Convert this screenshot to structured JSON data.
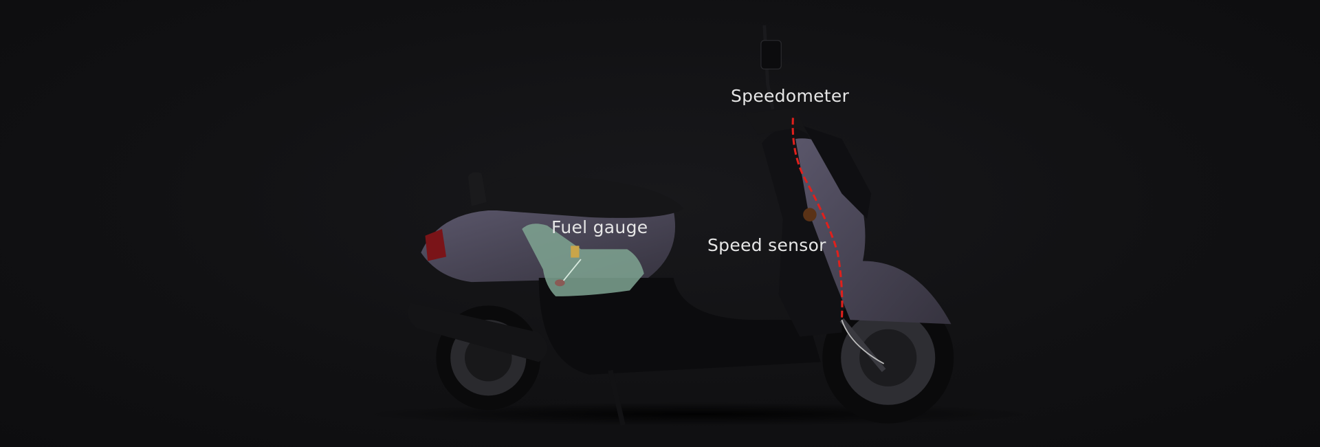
{
  "labels": {
    "speedometer": "Speedometer",
    "fuel_gauge": "Fuel gauge",
    "speed_sensor": "Speed sensor"
  },
  "colors": {
    "background": "#111113",
    "body_panel": "#4a4658",
    "fuel_tank": "#7fa592",
    "sensor_line": "#e0201c",
    "label_text": "#e6e6e6"
  }
}
